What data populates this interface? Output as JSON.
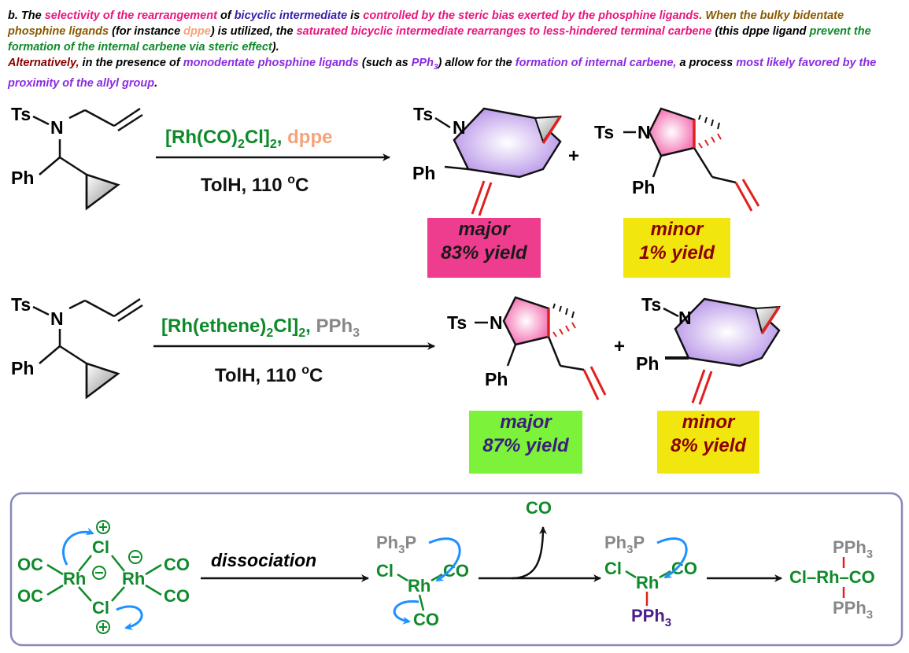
{
  "intro": {
    "b": "b. The ",
    "selectivity": "selectivity of the rearrangement",
    "of": " of ",
    "bicyclic": "bicyclic intermediate",
    "is": " is ",
    "controlled": "controlled by the steric bias exerted by the phosphine ligands",
    "when": ". When the bulky bidentate phosphine ligands",
    "for_instance": " (for instance ",
    "dppe": "dppe",
    "utilized": ") is utilized, the ",
    "saturated": "saturated bicyclic intermediate rearranges to less-hindered terminal carbene",
    "this_dppe": " (this dppe ligand ",
    "prevent": "prevent the formation of the internal carbene via steric effect",
    "close": ").",
    "alternatively": "Alternatively,",
    "in_presence": " in the presence of ",
    "monodentate": "monodentate phosphine ligands",
    "such_as": " (such as ",
    "pph3": "PPh",
    "pph3_sub": "3",
    "allow": ") allow for the ",
    "internal_carbene": "formation of internal carbene,",
    "a_process": " a process ",
    "most_likely": "most likely favored by the proximity of the allyl group",
    "period": "."
  },
  "reaction1": {
    "catalyst": "[Rh(CO)",
    "catalyst_sub1": "2",
    "catalyst_mid": "Cl]",
    "catalyst_sub2": "2",
    "comma": ", ",
    "ligand": "dppe",
    "conditions": "TolH, 110 ",
    "deg": "o",
    "unit": "C",
    "plus": "+",
    "major": {
      "label": "major",
      "yield": "83% yield"
    },
    "minor": {
      "label": "minor",
      "yield": "1% yield"
    }
  },
  "reaction2": {
    "catalyst": "[Rh(ethene)",
    "catalyst_sub1": "2",
    "catalyst_mid": "Cl]",
    "catalyst_sub2": "2",
    "comma": ", ",
    "ligand": "PPh",
    "ligand_sub": "3",
    "conditions": "TolH, 110 ",
    "deg": "o",
    "unit": "C",
    "plus": "+",
    "major": {
      "label": "major",
      "yield": "87% yield"
    },
    "minor": {
      "label": "minor",
      "yield": "8% yield"
    }
  },
  "atoms": {
    "ts": "Ts",
    "n": "N",
    "ph": "Ph"
  },
  "mechanism": {
    "dissociation": "dissociation",
    "oc": "OC",
    "co": "CO",
    "rh": "Rh",
    "cl": "Cl",
    "ph3p": "Ph",
    "ph3p_sub": "3",
    "ph3p_p": "P",
    "pph": "PPh",
    "pph_sub": "3",
    "co_released": "CO",
    "final": "Cl–Rh–CO"
  },
  "colors": {
    "pink_box": "#ee3d8f",
    "yellow_box": "#f2e60f",
    "green_box": "#7cf23a",
    "green_text": "#0f8a2a",
    "blue_arrow": "#1e90ff",
    "gray": "#888888",
    "purple_pph": "#4b1e8a",
    "frame": "#8888bb"
  }
}
